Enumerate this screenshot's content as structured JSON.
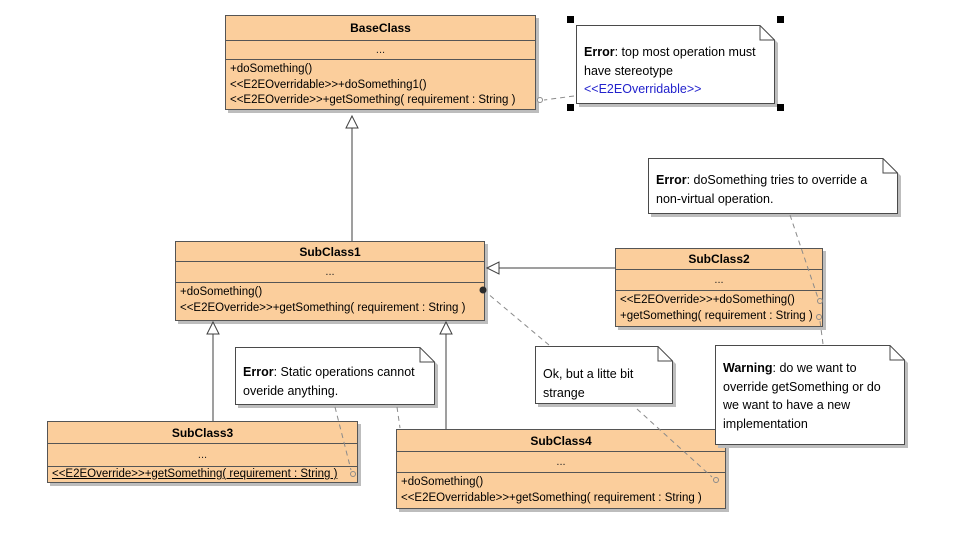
{
  "diagram": {
    "background_color": "#ffffff",
    "class_fill_color": "#fbce9c",
    "class_border_color": "#555555",
    "shadow_color": "#bdbdbd",
    "note_fill_color": "#ffffff",
    "stereotype_text_color": "#2222cc",
    "connector_dashed_color": "#8a8a8a",
    "connector_solid_color": "#3f3f3f"
  },
  "classes": {
    "base": {
      "name": "BaseClass",
      "attrs": "...",
      "ops": [
        "+doSomething()",
        "<<E2EOverridable>>+doSomething1()",
        "<<E2EOverride>>+getSomething( requirement : String )"
      ]
    },
    "sub1": {
      "name": "SubClass1",
      "attrs": "...",
      "ops": [
        "+doSomething()",
        "<<E2EOverride>>+getSomething( requirement : String )"
      ]
    },
    "sub2": {
      "name": "SubClass2",
      "attrs": "...",
      "ops": [
        "<<E2EOverride>>+doSomething()",
        "+getSomething( requirement : String )"
      ]
    },
    "sub3": {
      "name": "SubClass3",
      "attrs": "...",
      "ops": [
        "<<E2EOverride>>+getSomething( requirement : String )"
      ],
      "static_operation": true
    },
    "sub4": {
      "name": "SubClass4",
      "attrs": "...",
      "ops": [
        "+doSomething()",
        "<<E2EOverridable>>+getSomething( requirement : String )"
      ]
    }
  },
  "notes": {
    "n1": {
      "label": "Error",
      "text": ": top most operation must have stereotype",
      "stereotype": "<<E2EOverridable>>",
      "selected": true
    },
    "n2": {
      "label": "Error",
      "text": ": doSomething tries to override a non-virtual operation."
    },
    "n3": {
      "label": "Error",
      "text": ": Static operations cannot overide anything."
    },
    "n4": {
      "label": "",
      "text": "Ok, but a litte bit strange"
    },
    "n5": {
      "label": "Warning",
      "text": ": do we want to override getSomething or do we want to have a new implementation"
    }
  },
  "relationships": {
    "generalizations": [
      "SubClass1 -> BaseClass",
      "SubClass2 -> SubClass1",
      "SubClass3 -> SubClass1",
      "SubClass4 -> SubClass1"
    ]
  }
}
